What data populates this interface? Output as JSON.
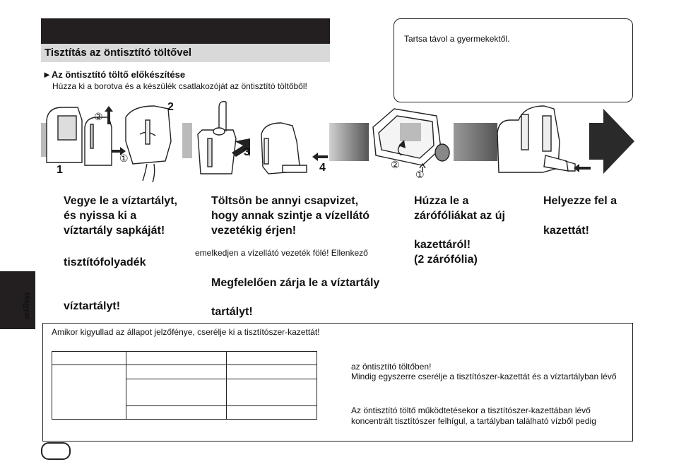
{
  "section": {
    "title": "Tisztítás az öntisztító töltővel"
  },
  "callout": {
    "text": "Tartsa távol a gyermekektől."
  },
  "step": {
    "arrow_glyph": "►",
    "title": "Az öntisztító töltő előkészítése",
    "subtitle": "Húzza ki a borotva és a készülék csatlakozóját az öntisztító töltőből!"
  },
  "figure": {
    "labels": {
      "n1": "1",
      "n2": "2",
      "n3": "3",
      "n4": "4",
      "c1": "①",
      "c2": "②"
    }
  },
  "columns": {
    "c1": {
      "line1": "Vegye le a víztartályt,",
      "line2": "és nyissa ki a",
      "line3": "víztartály sapkáját!",
      "line4": "tisztítófolyadék",
      "line5": "víztartályt!"
    },
    "c2": {
      "line1": "Töltsön be annyi csapvizet,",
      "line2": "hogy annak szintje a vízellátó",
      "line3": "vezetékig érjen!",
      "note": "emelkedjen a vízellátó vezeték fölé! Ellenkező",
      "line4": "Megfelelően zárja le a víztartály",
      "line5": "tartályt!"
    },
    "c3": {
      "line1": "Húzza le a",
      "line2": "zárófóliákat az új",
      "line3": "kazettáról!",
      "line4": "(2 zárófólia)"
    },
    "c4": {
      "line1": "Helyezze fel a",
      "line2": "kazettát!"
    }
  },
  "sidebar": {
    "language": "Magyar"
  },
  "info": {
    "heading": "Amikor kigyullad az állapot jelzőfénye, cserélje ki a tisztítószer-kazettát!",
    "line1": "az öntisztító töltőben!",
    "line2": "Mindig egyszerre cserélje a tisztítószer-kazettát és a víztartályban lévő",
    "line3": "Az öntisztító töltő működtetésekor a tisztítószer-kazettában lévő",
    "line4": "koncentrált tisztítószer felhígul, a tartályban található vízből pedig"
  },
  "colors": {
    "dark": "#231f20",
    "section_bg": "#d9d9d9"
  }
}
